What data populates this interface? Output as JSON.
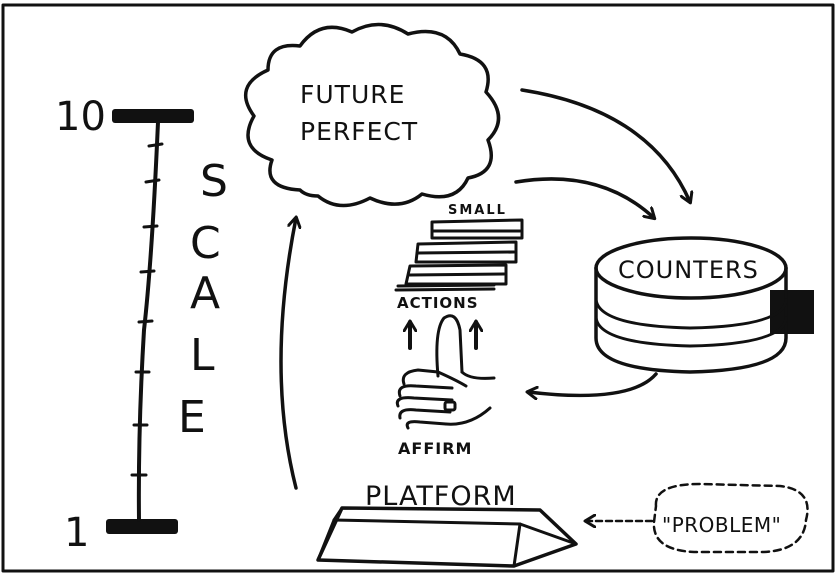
{
  "scale": {
    "letters": [
      "S",
      "C",
      "A",
      "L",
      "E"
    ],
    "top_label": "10",
    "bottom_label": "1"
  },
  "nodes": {
    "cloud_line1": "FUTURE",
    "cloud_line2": "PERFECT",
    "small": "SMALL",
    "actions": "ACTIONS",
    "counters": "COUNTERS",
    "affirm": "AFFIRM",
    "platform": "PLATFORM",
    "problem": "\"PROBLEM\""
  },
  "colors": {
    "ink": "#111111",
    "background": "#ffffff"
  }
}
